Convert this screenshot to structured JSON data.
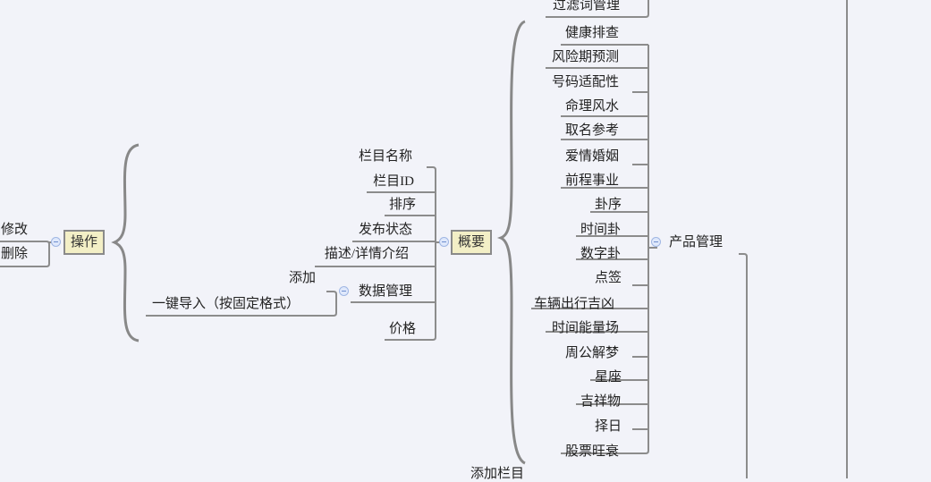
{
  "left_branch": {
    "items": [
      "修改",
      "删除"
    ]
  },
  "operation": {
    "label": "操作"
  },
  "summary": {
    "label": "概要",
    "fields": [
      "栏目名称",
      "栏目ID",
      "排序",
      "发布状态",
      "描述/详情介绍",
      "数据管理",
      "价格"
    ],
    "data_mgmt_children": [
      "添加",
      "一键导入（按固定格式）"
    ]
  },
  "top_partial": "过滤词管理",
  "product_mgmt": {
    "label": "产品管理",
    "items": [
      "健康排查",
      "风险期预测",
      "号码适配性",
      "命理风水",
      "取名参考",
      "爱情婚姻",
      "前程事业",
      "卦序",
      "时间卦",
      "数字卦",
      "点签",
      "车辆出行吉凶",
      "时间能量场",
      "周公解梦",
      "星座",
      "吉祥物",
      "择日",
      "股票旺衰"
    ]
  },
  "bottom_partial": "添加栏目"
}
